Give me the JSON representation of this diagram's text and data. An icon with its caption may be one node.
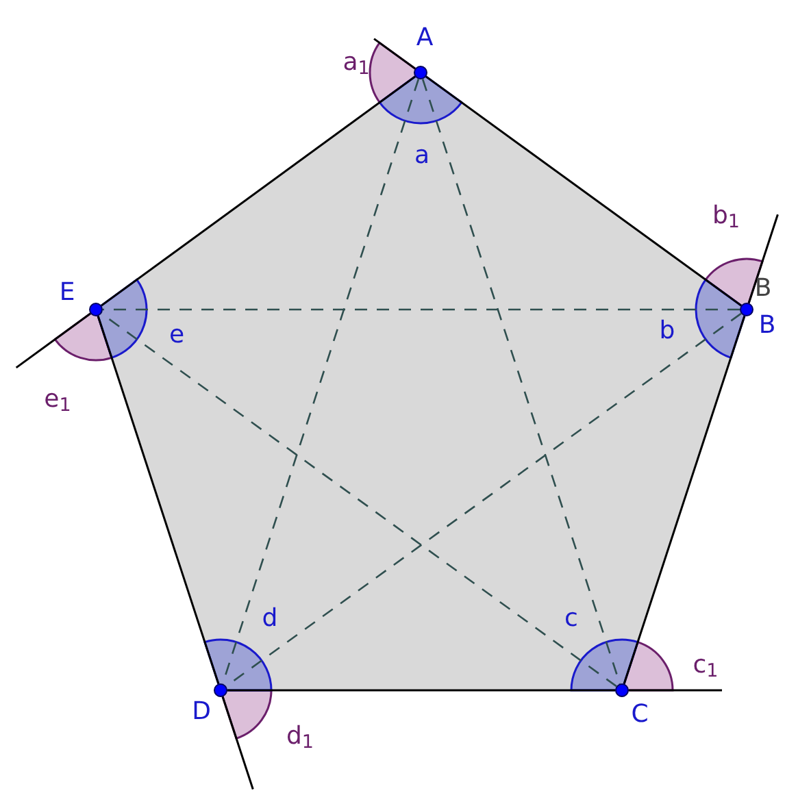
{
  "diagram": {
    "nodes": [
      {
        "text": [],
        "shape": "circle",
        "beside": [
          "A"
        ]
      },
      {
        "text": [],
        "shape": "circle",
        "beside": [
          "B"
        ]
      },
      {
        "text": [],
        "shape": "circle",
        "beside": [
          "C"
        ]
      },
      {
        "text": [],
        "shape": "circle",
        "beside": [
          "D"
        ]
      },
      {
        "text": [],
        "shape": "circle",
        "beside": [
          "E"
        ]
      }
    ],
    "edges": [
      {
        "from": 0,
        "to": 1,
        "arrow": "none"
      },
      {
        "from": 1,
        "to": 2,
        "arrow": "none"
      },
      {
        "from": 2,
        "to": 3,
        "arrow": "none"
      },
      {
        "from": 3,
        "to": 4,
        "arrow": "none"
      },
      {
        "from": 4,
        "to": 0,
        "arrow": "none"
      },
      {
        "from": 0,
        "to": 2,
        "arrow": "none",
        "style": "dashed",
        "color": "#2f4f4f"
      },
      {
        "from": 0,
        "to": 3,
        "arrow": "none",
        "style": "dashed",
        "color": "#2f4f4f"
      },
      {
        "from": 1,
        "to": 3,
        "arrow": "none",
        "style": "dashed",
        "color": "#2f4f4f"
      },
      {
        "from": 1,
        "to": 4,
        "arrow": "none",
        "style": "dashed",
        "color": "#2f4f4f"
      },
      {
        "from": 2,
        "to": 4,
        "arrow": "none",
        "style": "dashed",
        "color": "#2f4f4f"
      },
      {
        "from": 0,
        "to": null,
        "arrow": "none"
      },
      {
        "from": 1,
        "to": null,
        "arrow": "none"
      },
      {
        "from": 2,
        "to": null,
        "arrow": "none"
      },
      {
        "from": 3,
        "to": null,
        "arrow": "none"
      },
      {
        "from": 4,
        "to": null,
        "arrow": "none"
      }
    ],
    "labels": [
      "a",
      "b",
      "c",
      "d",
      "e",
      "a$_{1}$",
      "b$_{1}$",
      "c$_{1}$",
      "d$_{1}$",
      "e$_{1}$",
      "B"
    ]
  }
}
